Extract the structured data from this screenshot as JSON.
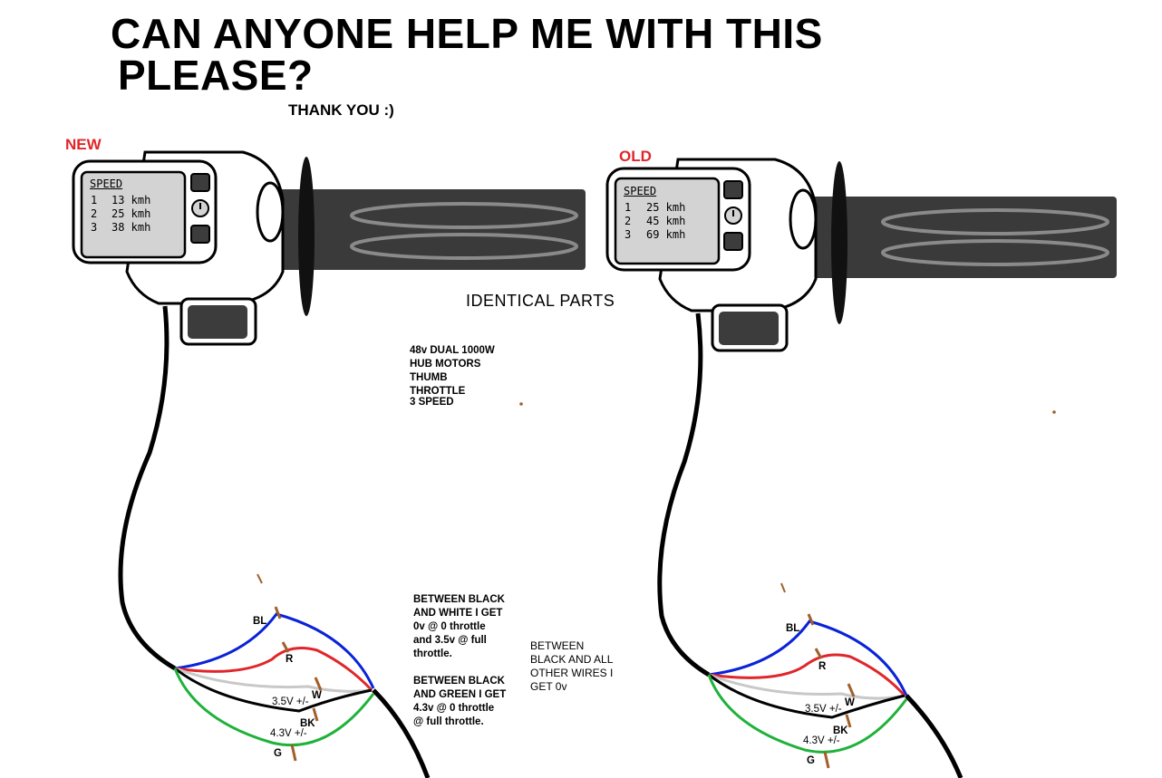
{
  "header": {
    "title_line1": "CAN ANYONE HELP ME WITH THIS",
    "title_line2": "PLEASE?",
    "thanks": "THANK YOU :)"
  },
  "center": {
    "identical": "IDENTICAL PARTS",
    "specs": [
      "48v DUAL 1000W",
      "HUB MOTORS",
      "THUMB",
      "THROTTLE",
      "3 SPEED"
    ],
    "note_left": [
      "BETWEEN BLACK",
      "AND WHITE I GET",
      "0v @ 0 throttle",
      "and 3.5v @ full",
      "throttle."
    ],
    "note_left2": [
      "BETWEEN BLACK",
      "AND GREEN I GET",
      "4.3v @ 0 throttle",
      "@ full throttle."
    ],
    "note_right": [
      "BETWEEN",
      "BLACK AND ALL",
      "OTHER WIRES I",
      "GET 0v"
    ]
  },
  "new_unit": {
    "tag": "NEW",
    "display_title": "SPEED",
    "speeds": [
      {
        "gear": "1",
        "value": "13 kmh"
      },
      {
        "gear": "2",
        "value": "25 kmh"
      },
      {
        "gear": "3",
        "value": "38 kmh"
      }
    ],
    "wires": {
      "bl": "BL",
      "r": "R",
      "w": "W",
      "bk": "BK",
      "g": "G",
      "v_white": "3.5V +/-",
      "v_green": "4.3V +/-"
    }
  },
  "old_unit": {
    "tag": "OLD",
    "display_title": "SPEED",
    "speeds": [
      {
        "gear": "1",
        "value": "25 kmh"
      },
      {
        "gear": "2",
        "value": "45 kmh"
      },
      {
        "gear": "3",
        "value": "69 kmh"
      }
    ],
    "wires": {
      "bl": "BL",
      "r": "R",
      "w": "W",
      "bk": "BK",
      "g": "G",
      "v_white": "3.5V +/-",
      "v_green": "4.3V +/-"
    }
  },
  "colors": {
    "wire_blue": "#0a22d8",
    "wire_red": "#e0262a",
    "wire_white": "#c8c8c8",
    "wire_black": "#000000",
    "wire_green": "#1fb23a",
    "tag_red": "#e0262a",
    "pin_brown": "#a0602a",
    "screen_gray": "#d3d3d3",
    "button_dark": "#3c3c3c"
  }
}
